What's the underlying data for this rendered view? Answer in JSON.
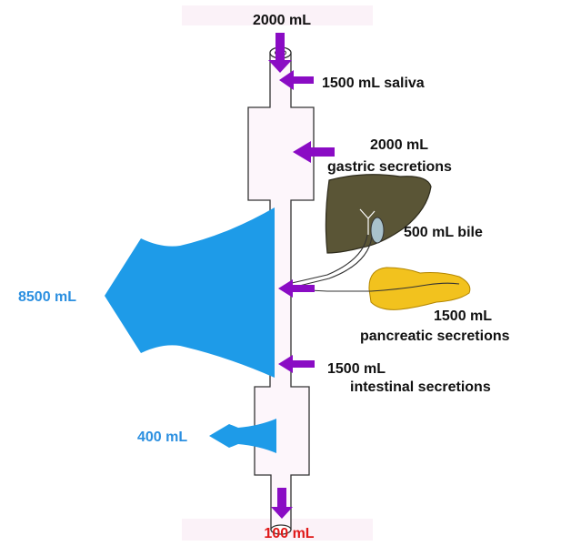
{
  "labels": {
    "intake": "2000 mL",
    "saliva": "1500 mL saliva",
    "gastric_amount": "2000 mL",
    "gastric_name": "gastric secretions",
    "bile": "500 mL bile",
    "pancreatic_amount": "1500 mL",
    "pancreatic_name": "pancreatic secretions",
    "intestinal_amount": "1500 mL",
    "intestinal_name": "intestinal secretions",
    "small_intestine_absorption": "8500 mL",
    "colon_absorption": "400 mL",
    "output": "100 mL"
  },
  "colors": {
    "secretion_arrow": "#8a0cc4",
    "absorption": "#1e9be8",
    "absorption_label": "#2b8fe0",
    "output_label": "#e01818",
    "tube_fill": "#fdf6fb",
    "tube_stroke": "#333333",
    "liver": "#5a5536",
    "gallbladder": "#a9c2cc",
    "pancreas": "#f2c21e",
    "text": "#111111"
  }
}
